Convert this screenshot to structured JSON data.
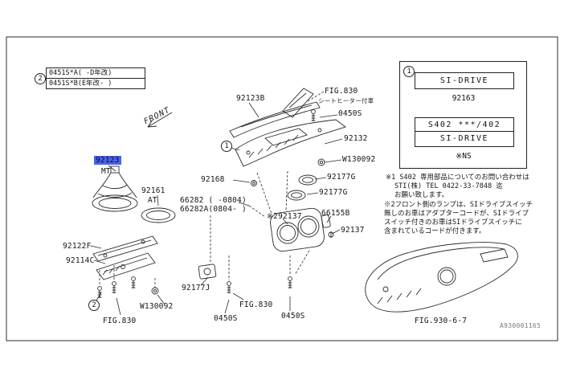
{
  "variant_box": {
    "line1": "0451S*A( -D年改)",
    "line2": "0451S*B(E年改- )"
  },
  "front_label": "FRONT",
  "labels": {
    "p92123b": "92123B",
    "fig830": "FIG.830",
    "seat_heater": "シートヒーター付車",
    "p0450s": "0450S",
    "p92132": "92132",
    "w130092": "W130092",
    "p92177g": "92177G",
    "p92168": "92168",
    "p92161": "92161",
    "at": "AT",
    "p92123": "92123",
    "mt": "MT",
    "p66282": "66282 ( -0804)",
    "p66282a": "66282A(0804- )",
    "p292137": "※292137",
    "p66155b": "66155B",
    "p92137": "92137",
    "p92122f": "92122F",
    "p92114c": "92114C",
    "p92177j": "92177J",
    "fig930": "FIG.930-6-7",
    "doc_number": "A930001165"
  },
  "si_panel": {
    "si_drive_top": "SI-DRIVE",
    "part": "92163",
    "s402": "S402 ***/402",
    "si_drive_bottom": "SI-DRIVE",
    "ns": "※NS"
  },
  "notes": {
    "n1a": "※1 S402 専用部品についてのお問い合わせは",
    "n1b": "STI(株) TEL 0422-33-7848 迄",
    "n1c": "お願い致します。",
    "n2a": "※2フロント側のランプは、SIドライブスイッチ",
    "n2b": "無しのお車はアダプターコードが、SIドライブ",
    "n2c": "スイッチ付きのお車はSIドライブスイッチに",
    "n2d": "含まれているコードが付きます。"
  },
  "callouts": {
    "c1": "1",
    "c2": "2"
  },
  "colors": {
    "highlight_bg": "#4d63dd",
    "line": "#2b2b2b"
  }
}
